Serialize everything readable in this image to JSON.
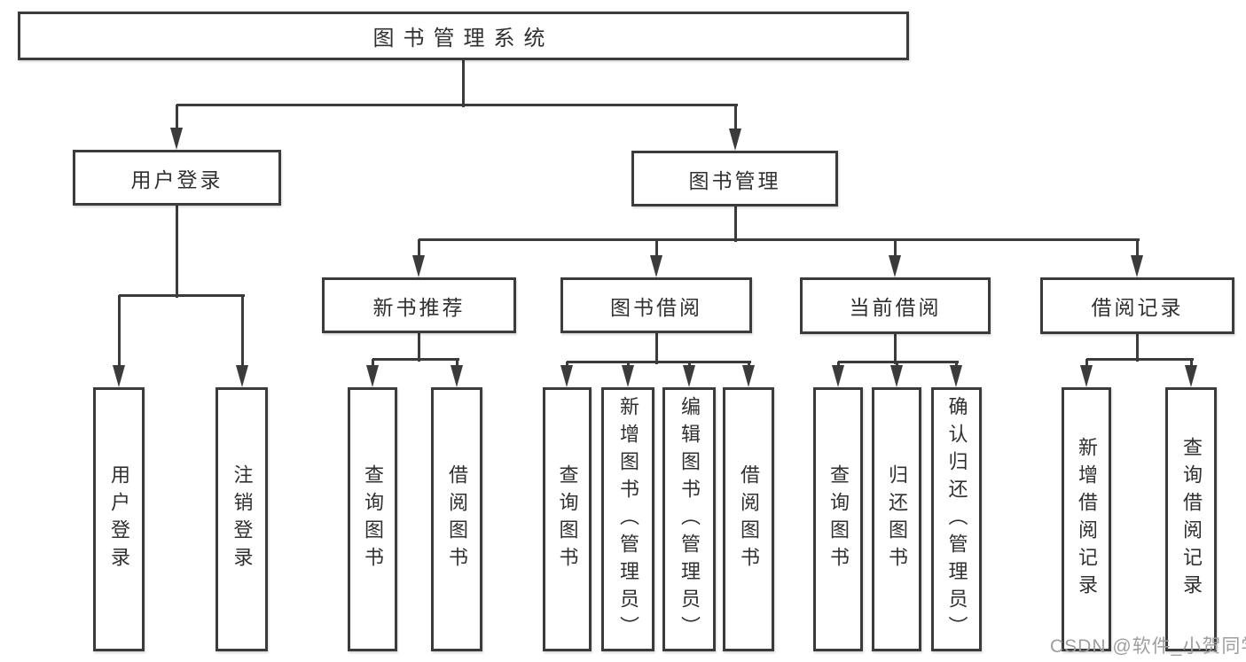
{
  "diagram": {
    "root": {
      "label": "图书管理系统"
    },
    "level2": [
      {
        "label": "用户登录",
        "children": [
          {
            "label": "用户登录"
          },
          {
            "label": "注销登录"
          }
        ]
      },
      {
        "label": "图书管理",
        "children": [
          {
            "label": "新书推荐",
            "children": [
              {
                "label": "查询图书"
              },
              {
                "label": "借阅图书"
              }
            ]
          },
          {
            "label": "图书借阅",
            "children": [
              {
                "label": "查询图书"
              },
              {
                "label": "新增图书（管理员）"
              },
              {
                "label": "编辑图书（管理员）"
              },
              {
                "label": "借阅图书"
              }
            ]
          },
          {
            "label": "当前借阅",
            "children": [
              {
                "label": "查询图书"
              },
              {
                "label": "归还图书"
              },
              {
                "label": "确认归还（管理员）"
              }
            ]
          },
          {
            "label": "借阅记录",
            "children": [
              {
                "label": "新增借阅记录"
              },
              {
                "label": "查询借阅记录"
              }
            ]
          }
        ]
      }
    ]
  },
  "watermark": {
    "text": "CSDN @软件_小贺同学"
  },
  "colors": {
    "background": "#ffffff",
    "line": "#3b3b3b",
    "text": "#303030",
    "watermark": "#9e9e9e"
  }
}
